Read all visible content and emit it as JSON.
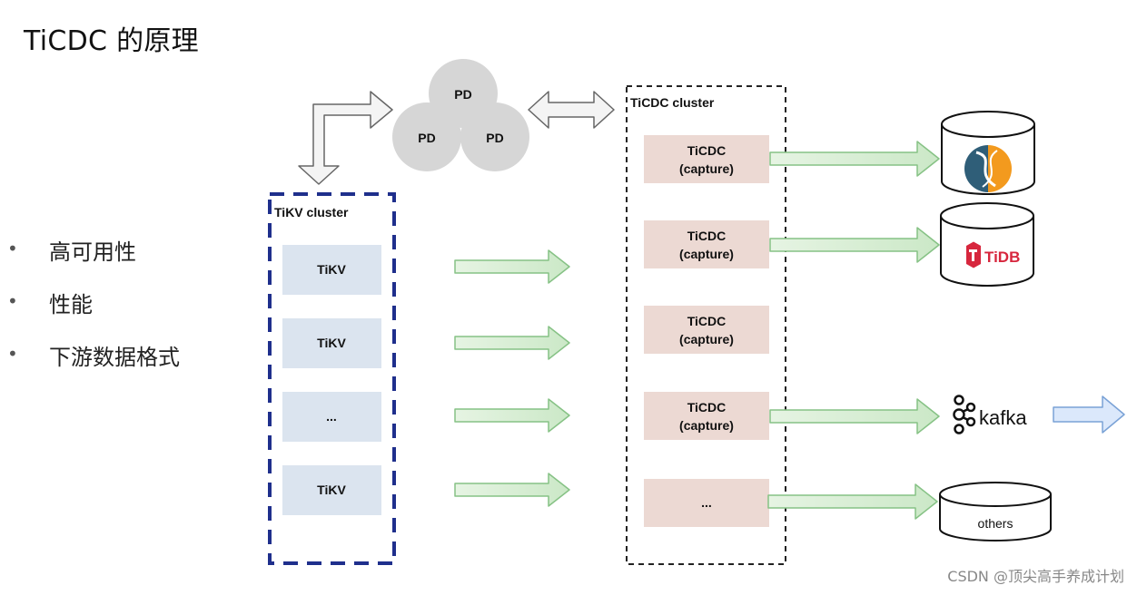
{
  "title": "TiCDC 的原理",
  "bullets": [
    "高可用性",
    "性能",
    "下游数据格式"
  ],
  "pd": {
    "nodes": [
      "PD",
      "PD",
      "PD"
    ]
  },
  "tikv_cluster": {
    "label": "TiKV cluster",
    "nodes": [
      "TiKV",
      "TiKV",
      "...",
      "TiKV"
    ]
  },
  "ticdc_cluster": {
    "label": "TiCDC cluster",
    "captures": [
      {
        "line1": "TiCDC",
        "line2": "(capture)"
      },
      {
        "line1": "TiCDC",
        "line2": "(capture)"
      },
      {
        "line1": "TiCDC",
        "line2": "(capture)"
      },
      {
        "line1": "TiCDC",
        "line2": "(capture)"
      },
      {
        "line1": "...",
        "line2": ""
      }
    ]
  },
  "sinks": {
    "tidb": "TiDB",
    "kafka": "kafka",
    "others": "others"
  },
  "colors": {
    "tikv_box": "#dbe4ef",
    "ticdc_box": "#ecd9d3",
    "arrow_green": "#d3ecd0",
    "arrow_green_stroke": "#86c285",
    "arrow_blue": "#dbe8fb",
    "tikv_border": "#1f2f8c",
    "pd_circle": "#d6d6d6",
    "tidb_red": "#d7263d",
    "mysql_blue": "#2f5e78",
    "mysql_orange": "#f39a1e"
  },
  "watermark": "CSDN @顶尖高手养成计划"
}
